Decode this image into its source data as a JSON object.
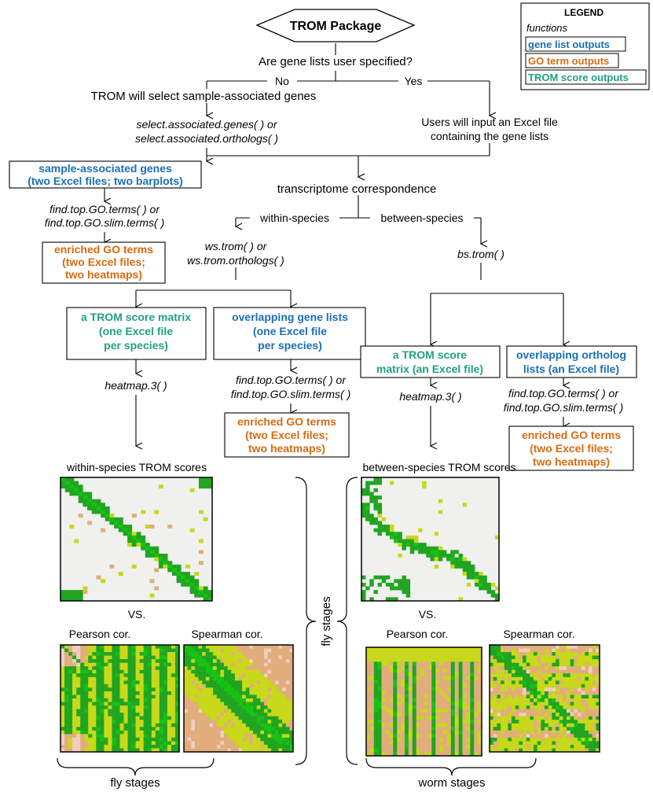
{
  "colors": {
    "gene_list": "#1a6fb3",
    "go_term": "#d86a10",
    "trom_score": "#20a080",
    "heat_green": "#21a520",
    "heat_bright": "#16c214",
    "heat_yellow": "#c8d81a",
    "heat_peach": "#e2ad7c",
    "heat_pink": "#f1cdc1",
    "heat_bg": "#f0f0ee"
  },
  "title": "TROM Package",
  "question": "Are gene lists user specified?",
  "branch": {
    "no": "No",
    "yes": "Yes"
  },
  "auto_select": "TROM will select sample-associated genes",
  "user_input": [
    "Users will input an Excel file",
    "containing the gene lists"
  ],
  "select_funcs": [
    "select.associated.genes( ) or",
    "select.associated.orthologs( )"
  ],
  "sample_box": [
    "sample-associated genes",
    "(two Excel files; two barplots)"
  ],
  "go_funcs": [
    "find.top.GO.terms( ) or",
    "find.top.GO.slim.terms( )"
  ],
  "enriched_box": [
    "enriched GO terms",
    "(two Excel files;",
    "two heatmaps)"
  ],
  "correspondence": "transcriptome correspondence",
  "within": "within-species",
  "between": "between-species",
  "ws_funcs": [
    "ws.trom( ) or",
    "ws.trom.orthologs( )"
  ],
  "bs_func": "bs.trom( )",
  "ws_matrix_box": [
    "a TROM score matrix",
    "(one Excel file",
    "per species)"
  ],
  "ws_overlap_box": [
    "overlapping gene lists",
    "(one Excel file",
    "per species)"
  ],
  "bs_matrix_box": [
    "a TROM score",
    "matrix (an Excel file)"
  ],
  "bs_overlap_box": [
    "overlapping ortholog",
    "lists (an Excel file)"
  ],
  "heatmap_func": "heatmap.3( )",
  "ws_scores_title": "within-species TROM scores",
  "bs_scores_title": "between-species TROM scores",
  "vs": "VS.",
  "pearson": "Pearson cor.",
  "spearman": "Spearman cor.",
  "fly_stages": "fly stages",
  "worm_stages": "worm stages",
  "legend": {
    "title": "LEGEND",
    "functions": "functions",
    "gene_list": "gene list outputs",
    "go_term": "GO term outputs",
    "trom_score": "TROM score outputs"
  }
}
